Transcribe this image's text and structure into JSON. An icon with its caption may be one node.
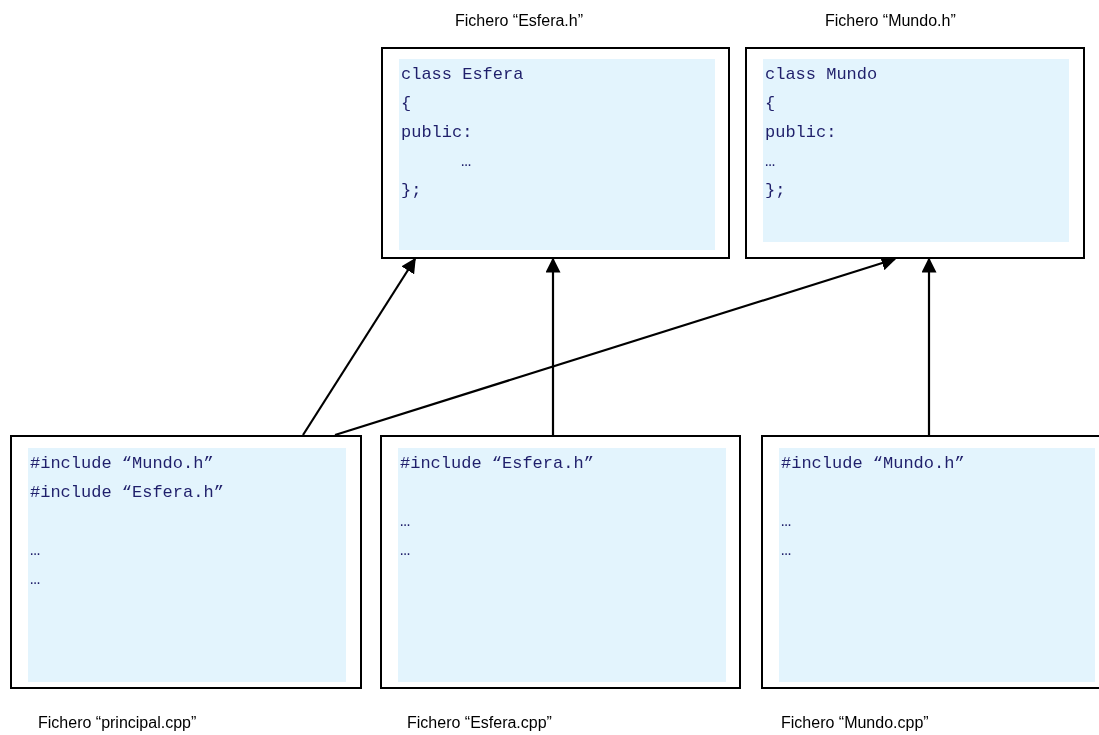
{
  "diagram": {
    "nodes": [
      {
        "text": [
          "Fichero “Esfera.h”",
          "class Esfera",
          "{",
          "public:",
          "…",
          "};"
        ]
      },
      {
        "text": [
          "Fichero “Mundo.h”",
          "class Mundo",
          "{",
          "public:",
          "…",
          "};"
        ]
      },
      {
        "text": [
          "#include “Mundo.h”",
          "#include “Esfera.h”",
          "…",
          "…",
          "Fichero “principal.cpp”"
        ]
      },
      {
        "text": [
          "#include “Esfera.h”",
          "…",
          "…",
          "Fichero “Esfera.cpp”"
        ]
      },
      {
        "text": [
          "#include “Mundo.h”",
          "…",
          "…",
          "Fichero “Mundo.cpp”"
        ]
      }
    ],
    "edges": [
      {
        "from": 2,
        "to": 0,
        "arrow": "to"
      },
      {
        "from": 2,
        "to": 1,
        "arrow": "to"
      },
      {
        "from": 3,
        "to": 0,
        "arrow": "to"
      },
      {
        "from": 4,
        "to": 1,
        "arrow": "to"
      }
    ]
  }
}
